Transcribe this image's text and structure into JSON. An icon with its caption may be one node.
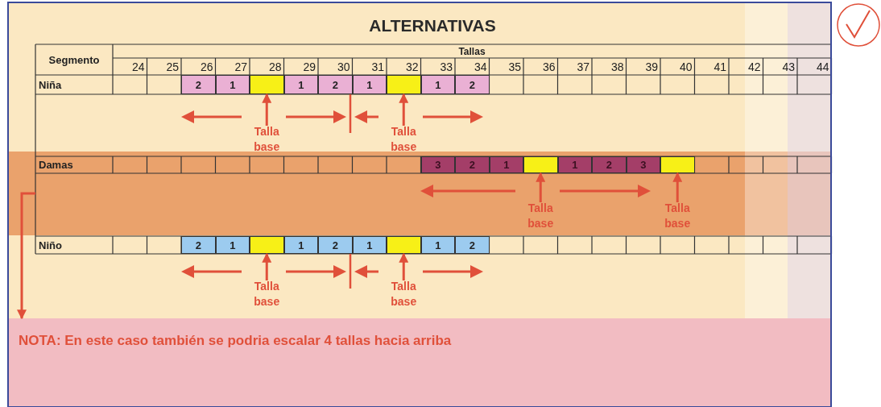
{
  "diagram": {
    "title": "ALTERNATIVAS",
    "nodes": [
      {
        "text": [],
        "shape": "box"
      },
      {
        "text": [],
        "shape": "box"
      },
      {
        "text": [
          "Talla base"
        ]
      },
      {
        "text": [
          "Talla base"
        ]
      },
      {
        "text": [],
        "shape": "box"
      },
      {
        "text": [],
        "shape": "box"
      },
      {
        "text": [
          "Talla base"
        ]
      },
      {
        "text": [
          "Talla base"
        ]
      },
      {
        "text": [],
        "shape": "box"
      },
      {
        "text": [],
        "shape": "box"
      },
      {
        "text": [
          "Talla base"
        ]
      },
      {
        "text": [
          "Talla base"
        ]
      },
      {
        "text": [
          "NOTA: En este caso también se podria escalar 4 tallas hacia arriba"
        ]
      }
    ],
    "edges": [
      {
        "from": 2,
        "to": 0,
        "arrow": "to"
      },
      {
        "from": 3,
        "to": 1,
        "arrow": "to"
      },
      {
        "from": 6,
        "to": 4,
        "arrow": "to"
      },
      {
        "from": 7,
        "to": 5,
        "arrow": "to"
      },
      {
        "from": 10,
        "to": 8,
        "arrow": "to"
      },
      {
        "from": 11,
        "to": 9,
        "arrow": "to"
      },
      {
        "from": null,
        "to": 12,
        "arrow": "to"
      }
    ],
    "labels": [
      "Segmento",
      "Tallas",
      "24",
      "25",
      "26",
      "27",
      "28",
      "29",
      "30",
      "31",
      "32",
      "33",
      "34",
      "35",
      "36",
      "37",
      "38",
      "39",
      "40",
      "41",
      "42",
      "43",
      "44",
      "Niña",
      "2",
      "1",
      "1",
      "2",
      "1",
      "1",
      "2",
      "Damas",
      "3",
      "2",
      "1",
      "1",
      "2",
      "3",
      "Niño",
      "2",
      "1",
      "1",
      "2",
      "1",
      "1",
      "2"
    ]
  }
}
